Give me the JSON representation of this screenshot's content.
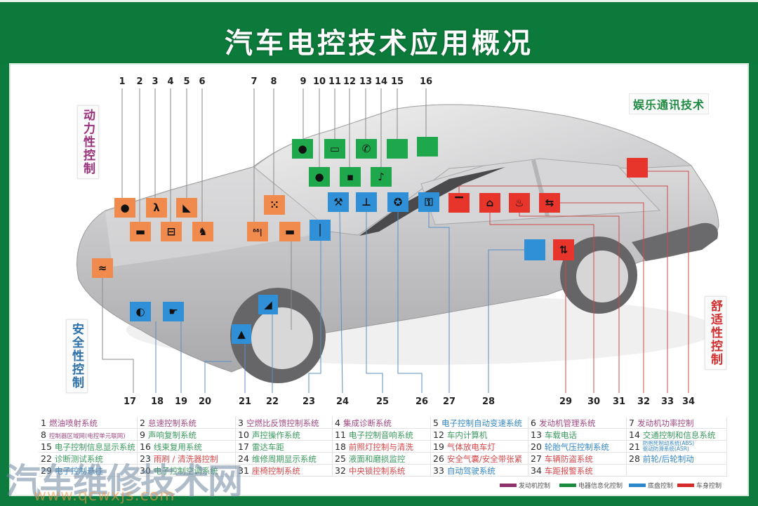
{
  "header": {
    "title": "汽车电控技术应用概况"
  },
  "categories": {
    "power": "动力性控制",
    "safety": "安全性控制",
    "entertainment": "娱乐通讯技术",
    "comfort": "舒适性控制"
  },
  "callouts": {
    "top": [
      "1",
      "2",
      "3",
      "4",
      "5",
      "6",
      "7",
      "8",
      "9",
      "10",
      "11",
      "12",
      "13",
      "14",
      "15",
      "16"
    ],
    "bottom": [
      "17",
      "18",
      "19",
      "20",
      "21",
      "22",
      "23",
      "24",
      "25",
      "26",
      "27",
      "28",
      "29",
      "30",
      "31",
      "32",
      "33",
      "34"
    ]
  },
  "icons": {
    "engine": [
      {
        "name": "fuel-injection-icon",
        "glyph": "●"
      },
      {
        "name": "lambda-sensor-icon",
        "glyph": "λ"
      },
      {
        "name": "engine-management-icon",
        "glyph": "◣"
      },
      {
        "name": "idle-control-icon",
        "glyph": "▬"
      },
      {
        "name": "diagnosis-car-icon",
        "glyph": "⊟"
      },
      {
        "name": "engine-power-icon",
        "glyph": "♞"
      },
      {
        "name": "sensor-bottles-icon",
        "glyph": "ᵟᵟ|"
      },
      {
        "name": "network-icon",
        "glyph": "⁙"
      },
      {
        "name": "harness-icon",
        "glyph": "≈"
      },
      {
        "name": "ignition-key-icon",
        "glyph": "▬"
      }
    ],
    "info": [
      {
        "name": "speaker-head-icon",
        "glyph": "●"
      },
      {
        "name": "display-panel-icon",
        "glyph": "▭"
      },
      {
        "name": "phone-icon",
        "glyph": "✆"
      },
      {
        "name": "info-display-icon",
        "glyph": ""
      },
      {
        "name": "traffic-info-icon",
        "glyph": ""
      },
      {
        "name": "voice-control-icon",
        "glyph": "●"
      },
      {
        "name": "computer-icon",
        "glyph": "▪"
      },
      {
        "name": "audio-icon",
        "glyph": "♪"
      }
    ],
    "chassis": [
      {
        "name": "wrench-icon",
        "glyph": "⚒"
      },
      {
        "name": "fluid-level-icon",
        "glyph": "⊥"
      },
      {
        "name": "airbag-icon",
        "glyph": "✪"
      },
      {
        "name": "steering-icon",
        "glyph": "⚿"
      },
      {
        "name": "wiper-icon",
        "glyph": "│"
      },
      {
        "name": "headlight-icon",
        "glyph": "◐"
      },
      {
        "name": "lamp-icon",
        "glyph": "☛"
      },
      {
        "name": "tire-pressure-icon",
        "glyph": "◢"
      },
      {
        "name": "abs-icon",
        "glyph": "▲"
      },
      {
        "name": "suspension-icon",
        "glyph": ""
      }
    ],
    "body": [
      {
        "name": "anti-theft-icon",
        "glyph": "▔"
      },
      {
        "name": "central-lock-icon",
        "glyph": "⌂"
      },
      {
        "name": "seat-icon",
        "glyph": "♨"
      },
      {
        "name": "distance-warning-icon",
        "glyph": "⇆"
      },
      {
        "name": "climate-icon",
        "glyph": ""
      },
      {
        "name": "wiper-washer-icon",
        "glyph": "⇅"
      }
    ]
  },
  "table": {
    "rows": [
      [
        {
          "num": "1",
          "label": "燃油喷射系统",
          "cat": "engine"
        },
        {
          "num": "2",
          "label": "怠速控制系统",
          "cat": "engine"
        },
        {
          "num": "3",
          "label": "空燃比反馈控制系统",
          "cat": "engine"
        },
        {
          "num": "4",
          "label": "集成诊断系统",
          "cat": "engine"
        },
        {
          "num": "5",
          "label": "电子控制自动变速系统",
          "cat": "chassis"
        },
        {
          "num": "6",
          "label": "发动机管理系统",
          "cat": "engine"
        },
        {
          "num": "7",
          "label": "发动机功率控制",
          "cat": "engine"
        }
      ],
      [
        {
          "num": "8",
          "label": "控制器区域网(电控单元联网)",
          "cat": "engine"
        },
        {
          "num": "9",
          "label": "声响复制系统",
          "cat": "info"
        },
        {
          "num": "10",
          "label": "声控操作系统",
          "cat": "info"
        },
        {
          "num": "11",
          "label": "电子控制音响系统",
          "cat": "info"
        },
        {
          "num": "12",
          "label": "车内计算机",
          "cat": "info"
        },
        {
          "num": "13",
          "label": "车载电话",
          "cat": "info"
        },
        {
          "num": "14",
          "label": "交通控制和信息系统",
          "cat": "info"
        }
      ],
      [
        {
          "num": "15",
          "label": "电子控制信息显示系统",
          "cat": "info"
        },
        {
          "num": "16",
          "label": "线束复用系统",
          "cat": "info"
        },
        {
          "num": "17",
          "label": "雷达车距",
          "cat": "info"
        },
        {
          "num": "18",
          "label": "前照灯控制与清洗",
          "cat": "body"
        },
        {
          "num": "19",
          "label": "气体放电车灯",
          "cat": "body"
        },
        {
          "num": "20",
          "label": "轮胎气压控制系统",
          "cat": "chassis"
        },
        {
          "num": "21",
          "label": "防抱死制动系统(ABS)",
          "label2": "驱动防滑系统(ASR)",
          "cat": "chassis"
        }
      ],
      [
        {
          "num": "22",
          "label": "诊断测试系统",
          "cat": "info"
        },
        {
          "num": "23",
          "label": "雨刷 / 清洗器控制",
          "cat": "body"
        },
        {
          "num": "24",
          "label": "维修周期显示系统",
          "cat": "info"
        },
        {
          "num": "25",
          "label": "液面和磨损监控",
          "cat": "info"
        },
        {
          "num": "26",
          "label": "安全气囊/安全带张紧",
          "cat": "body"
        },
        {
          "num": "27",
          "label": "车辆防盗系统",
          "cat": "body"
        },
        {
          "num": "28",
          "label": "前轮/后轮制动",
          "cat": "chassis"
        }
      ],
      [
        {
          "num": "29",
          "label": "电子控制悬挂",
          "cat": "chassis"
        },
        {
          "num": "30",
          "label": "电子控制空调系统",
          "cat": "info"
        },
        {
          "num": "31",
          "label": "座椅控制系统",
          "cat": "body"
        },
        {
          "num": "32",
          "label": "中央锁控制系统",
          "cat": "body"
        },
        {
          "num": "33",
          "label": "自动驾驶系统",
          "cat": "chassis"
        },
        {
          "num": "34",
          "label": "车距报警系统",
          "cat": "body"
        },
        {
          "num": "",
          "label": "",
          "cat": ""
        }
      ]
    ]
  },
  "legend": [
    {
      "label": "发动机控制",
      "color": "#8e2f6e"
    },
    {
      "label": "电器信息化控制",
      "color": "#1a8a3f"
    },
    {
      "label": "底盘控制",
      "color": "#2b87c9"
    },
    {
      "label": "车身控制",
      "color": "#d42a2a"
    }
  ],
  "colors": {
    "frame": "#0c7b3d",
    "engine_box": "#f08b4d",
    "info_box": "#1fa84b",
    "chassis_box": "#2f90d8",
    "body_box": "#e8352c"
  },
  "watermark": {
    "text": "汽车维修技术网",
    "url": "www.qcwxjs.com"
  }
}
